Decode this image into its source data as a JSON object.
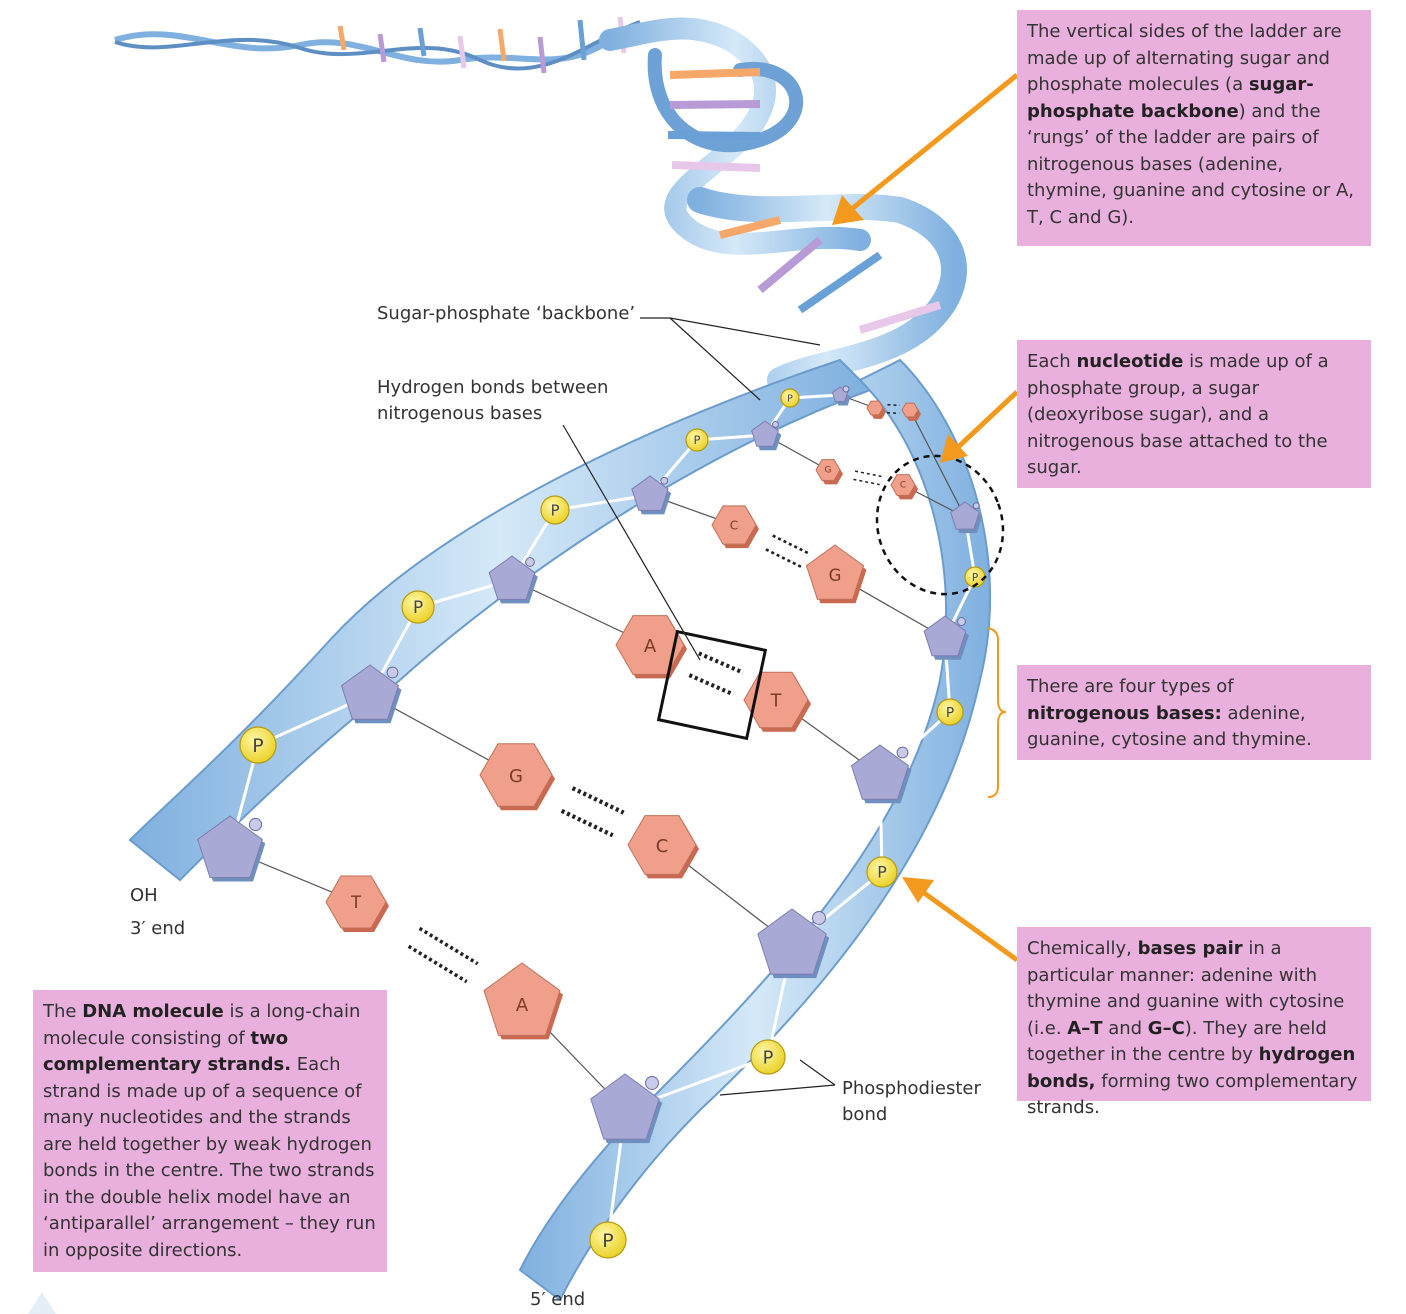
{
  "labels": {
    "backbone": "Sugar-phosphate ‘backbone’",
    "hbonds_line1": "Hydrogen bonds between",
    "hbonds_line2": "nitrogenous bases",
    "oh": "OH",
    "end3": "3′ end",
    "end5": "5′ end",
    "phospho_line1": "Phosphodiester",
    "phospho_line2": "bond"
  },
  "bases": {
    "A": "A",
    "T": "T",
    "G": "G",
    "C": "C",
    "P": "P"
  },
  "boxes": {
    "ladder": [
      {
        "t": "The vertical sides of the ladder are made up of alternating sugar and phosphate molecules (a "
      },
      {
        "t": "sugar-phosphate backbone",
        "b": true
      },
      {
        "t": ") and the ‘rungs’ of the ladder are pairs of nitrogenous bases (adenine, thymine, guanine and cytosine or A, T, C and G)."
      }
    ],
    "nucleotide": [
      {
        "t": "Each "
      },
      {
        "t": "nucleotide",
        "b": true
      },
      {
        "t": " is made up of a phosphate group, a sugar (deoxyribose sugar), and a nitrogenous base attached to the sugar."
      }
    ],
    "four_types": [
      {
        "t": "There are four types of "
      },
      {
        "t": "nitrogenous bases:",
        "b": true
      },
      {
        "t": " adenine, guanine, cytosine and thymine."
      }
    ],
    "pairing": [
      {
        "t": "Chemically, "
      },
      {
        "t": "bases pair",
        "b": true
      },
      {
        "t": " in a particular manner: adenine with thymine and guanine with cytosine (i.e. "
      },
      {
        "t": "A–T",
        "b": true
      },
      {
        "t": " and "
      },
      {
        "t": "G–C",
        "b": true
      },
      {
        "t": "). They are held together in the centre by "
      },
      {
        "t": "hydrogen bonds,",
        "b": true
      },
      {
        "t": " forming two complementary strands."
      }
    ],
    "dna": [
      {
        "t": "The "
      },
      {
        "t": "DNA molecule",
        "b": true
      },
      {
        "t": " is a long-chain molecule consisting of "
      },
      {
        "t": "two complementary strands.",
        "b": true
      },
      {
        "t": " Each strand is made up of a sequence of many nucleotides and the strands are held together by weak hydrogen bonds in the centre. The two strands in the double helix model have an ‘antiparallel’ arrangement – they run in opposite directions."
      }
    ]
  },
  "colors": {
    "box_bg": "#e9b0dd",
    "arrow": "#f39a1e",
    "strand": "#a9cdea",
    "sugar": "#a9a9d6",
    "base": "#f0a08a",
    "phosphate": "#f2e04a"
  }
}
